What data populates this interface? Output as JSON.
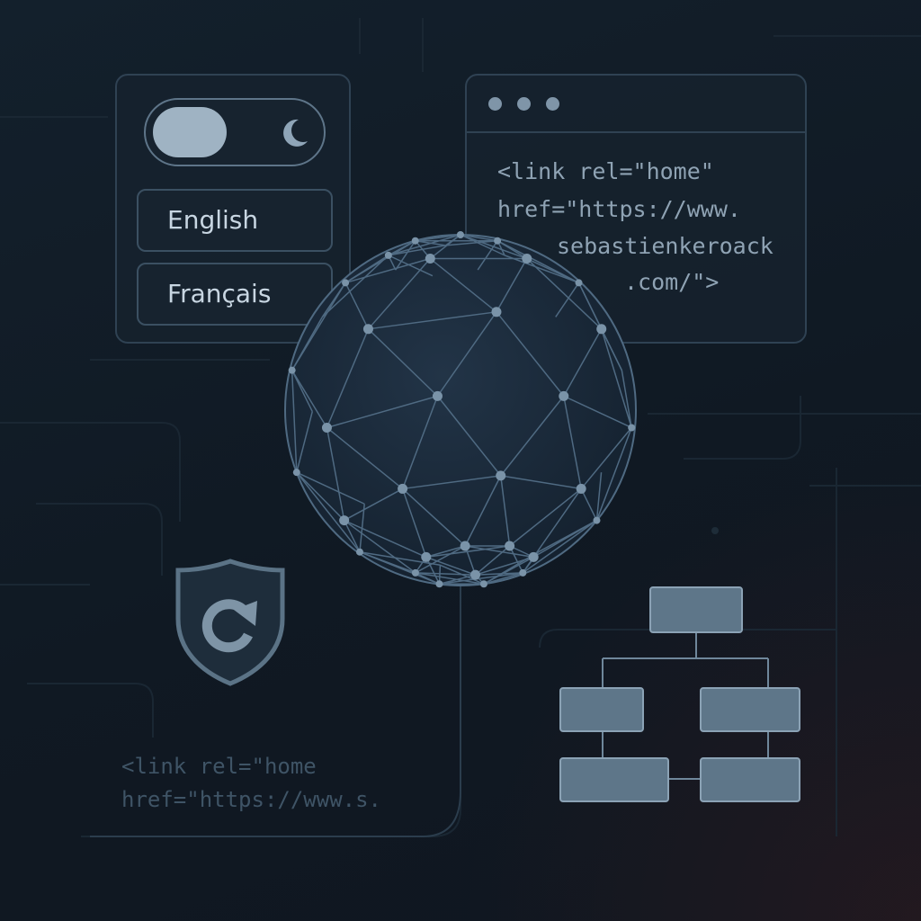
{
  "settings": {
    "theme_toggle": {
      "state": "light",
      "icon": "moon-icon"
    },
    "languages": [
      "English",
      "Français"
    ]
  },
  "code_window": {
    "lines": [
      "<link rel=\"home\"",
      "href=\"https://www.",
      "sebastienkeroack",
      ".com/\">"
    ]
  },
  "footer_code": {
    "lines": [
      "<link rel=\"home",
      "href=\"https://www.s."
    ]
  },
  "icons": [
    "moon-icon",
    "globe-icon",
    "shield-refresh-icon",
    "sitemap-icon"
  ],
  "colors": {
    "background": "#111a24",
    "panel": "#16222e",
    "border": "#2f4253",
    "accent": "#9fb3c3",
    "text": "#c8d6e2",
    "code": "#8fa3b4"
  }
}
